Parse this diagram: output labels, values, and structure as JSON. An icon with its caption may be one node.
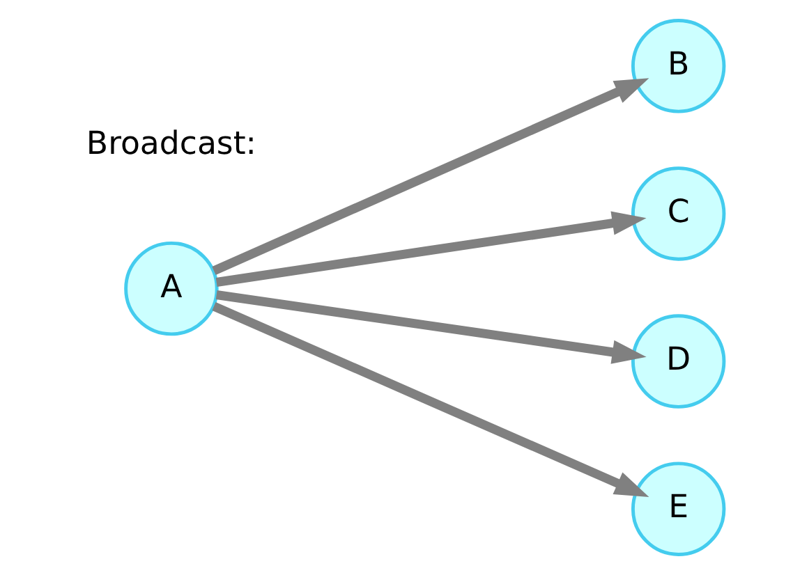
{
  "diagram": {
    "nodes": [
      {
        "text": [
          "A"
        ]
      },
      {
        "text": [
          "B"
        ]
      },
      {
        "text": [
          "C"
        ]
      },
      {
        "text": [
          "D"
        ]
      },
      {
        "text": [
          "E"
        ]
      }
    ],
    "edges": [
      {
        "from": 0,
        "to": 1,
        "arrow": "to"
      },
      {
        "from": 0,
        "to": 2,
        "arrow": "to"
      },
      {
        "from": 0,
        "to": 3,
        "arrow": "to"
      },
      {
        "from": 0,
        "to": 4,
        "arrow": "to"
      }
    ],
    "labels": [
      "Broadcast:"
    ]
  }
}
